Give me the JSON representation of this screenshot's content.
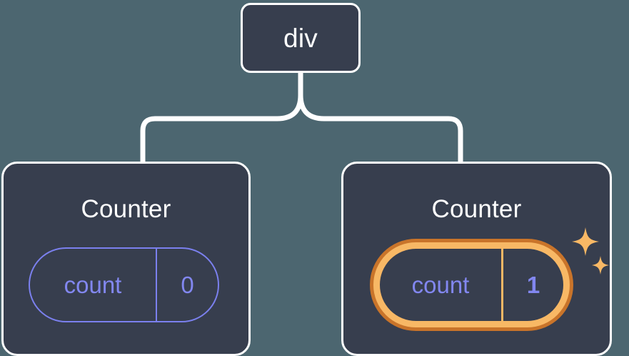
{
  "diagram": {
    "type": "component-tree",
    "background_color": "#4c6670",
    "node_fill_color": "#373e4e",
    "node_border_color": "#ffffff",
    "connector_color": "#ffffff",
    "state_color": "#8287f0",
    "highlight_outer_color": "#c9742a",
    "highlight_inner_color": "#f8b865",
    "sparkle_color": "#f8b865"
  },
  "root": {
    "label": "div"
  },
  "children": [
    {
      "title": "Counter",
      "state": {
        "key": "count",
        "value": "0"
      },
      "highlighted": false
    },
    {
      "title": "Counter",
      "state": {
        "key": "count",
        "value": "1"
      },
      "highlighted": true
    }
  ],
  "sparkles": [
    {
      "name": "sparkle-large"
    },
    {
      "name": "sparkle-small"
    }
  ]
}
